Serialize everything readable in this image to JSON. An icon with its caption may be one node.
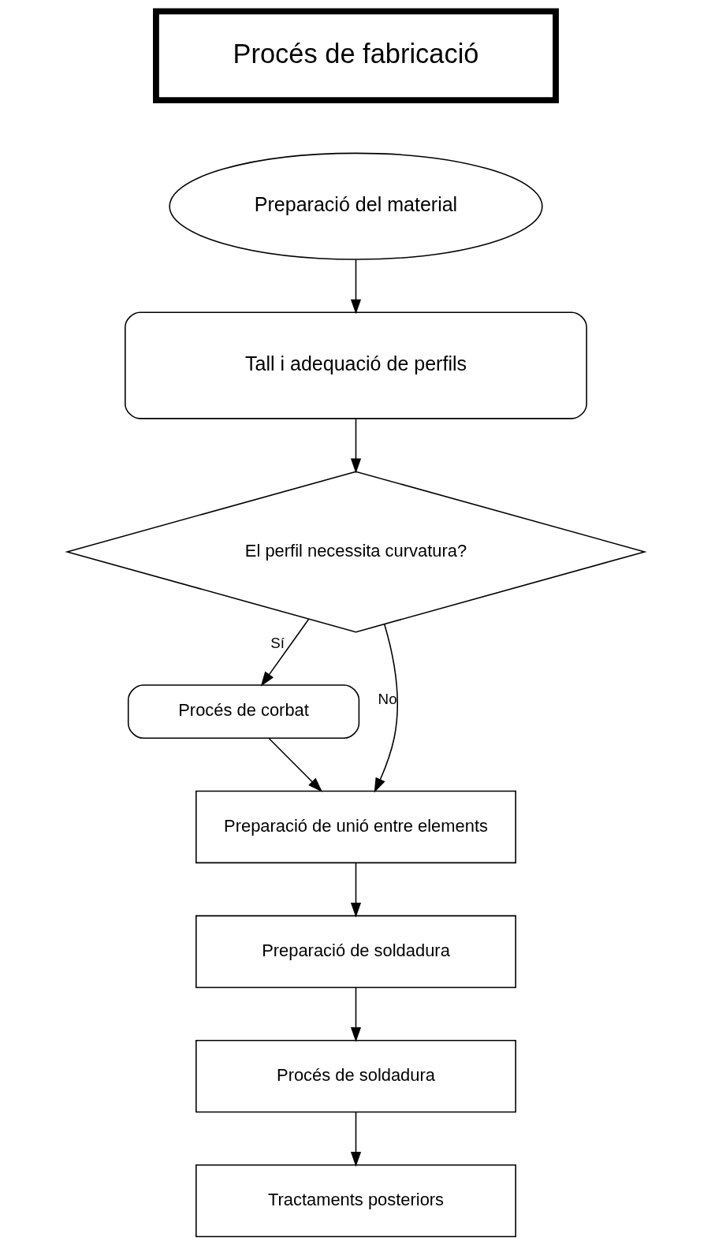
{
  "diagram": {
    "nodes": [
      {
        "text": [
          "Procés de fabricació"
        ]
      },
      {
        "text": [
          "Preparació del material"
        ]
      },
      {
        "text": [
          "Tall i adequació de perfils"
        ]
      },
      {
        "text": [
          "El perfil necessita curvatura?"
        ]
      },
      {
        "text": [
          "Procés de corbat"
        ]
      },
      {
        "text": [
          "Preparació de unió entre elements"
        ]
      },
      {
        "text": [
          "Preparació de soldadura"
        ]
      },
      {
        "text": [
          "Procés de soldadura"
        ]
      },
      {
        "text": [
          "Tractaments posteriors"
        ]
      }
    ],
    "edges": [
      {
        "from": 1,
        "to": 2,
        "arrow": "to"
      },
      {
        "from": 2,
        "to": 3,
        "arrow": "to"
      },
      {
        "from": 3,
        "to": 5,
        "arrow": "to",
        "label": "No"
      },
      {
        "from": 3,
        "to": 4,
        "arrow": "to",
        "label": "Sí"
      },
      {
        "from": 4,
        "to": 5,
        "arrow": "to"
      },
      {
        "from": 5,
        "to": 6,
        "arrow": "to"
      },
      {
        "from": 6,
        "to": 7,
        "arrow": "to"
      },
      {
        "from": 7,
        "to": 8,
        "arrow": "to"
      }
    ]
  }
}
